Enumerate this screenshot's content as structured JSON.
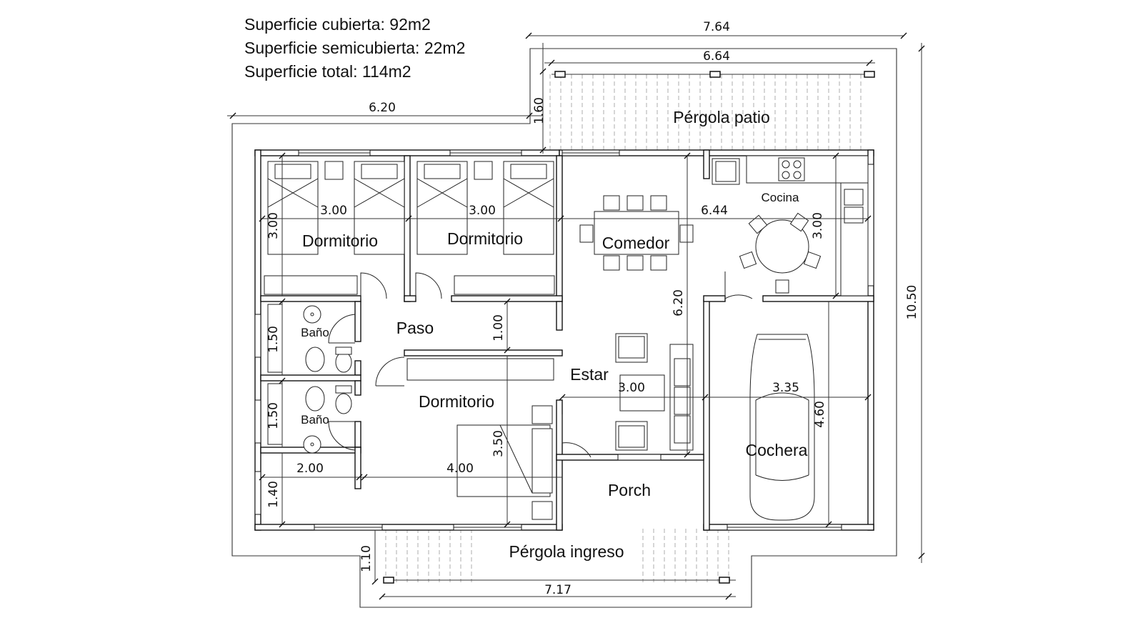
{
  "summary": {
    "covered": "Superficie cubierta: 92m2",
    "semi_covered": "Superficie semicubierta: 22m2",
    "total": "Superficie total: 114m2"
  },
  "rooms": {
    "pergola_patio": "Pérgola patio",
    "cocina": "Cocina",
    "comedor": "Comedor",
    "dormitorio_1": "Dormitorio",
    "dormitorio_2": "Dormitorio",
    "dormitorio_3": "Dormitorio",
    "paso": "Paso",
    "bano_1": "Baño",
    "bano_2": "Baño",
    "estar": "Estar",
    "cochera": "Cochera",
    "porch": "Porch",
    "pergola_ingreso": "Pérgola ingreso"
  },
  "dimensions": {
    "outer_top_width": "7.64",
    "pergola_patio_width": "6.64",
    "left_block_width": "6.20",
    "pergola_patio_depth": "1.60",
    "total_depth": "10.50",
    "dorm1_width": "3.00",
    "dorm2_width": "3.00",
    "dorm1_depth": "3.00",
    "kitchen_width": "6.44",
    "kitchen_depth": "3.00",
    "living_depth": "6.20",
    "paso_width": "1.00",
    "bath1_depth": "1.50",
    "bath2_depth": "1.50",
    "estar_width": "3.00",
    "garage_width": "3.35",
    "garage_depth": "4.60",
    "dorm3_depth": "3.50",
    "bottom_left_width": "2.00",
    "dorm3_width": "4.00",
    "bottom_left_depth": "1.40",
    "pergola_ingreso_depth": "1.10",
    "pergola_ingreso_width": "7.17"
  }
}
